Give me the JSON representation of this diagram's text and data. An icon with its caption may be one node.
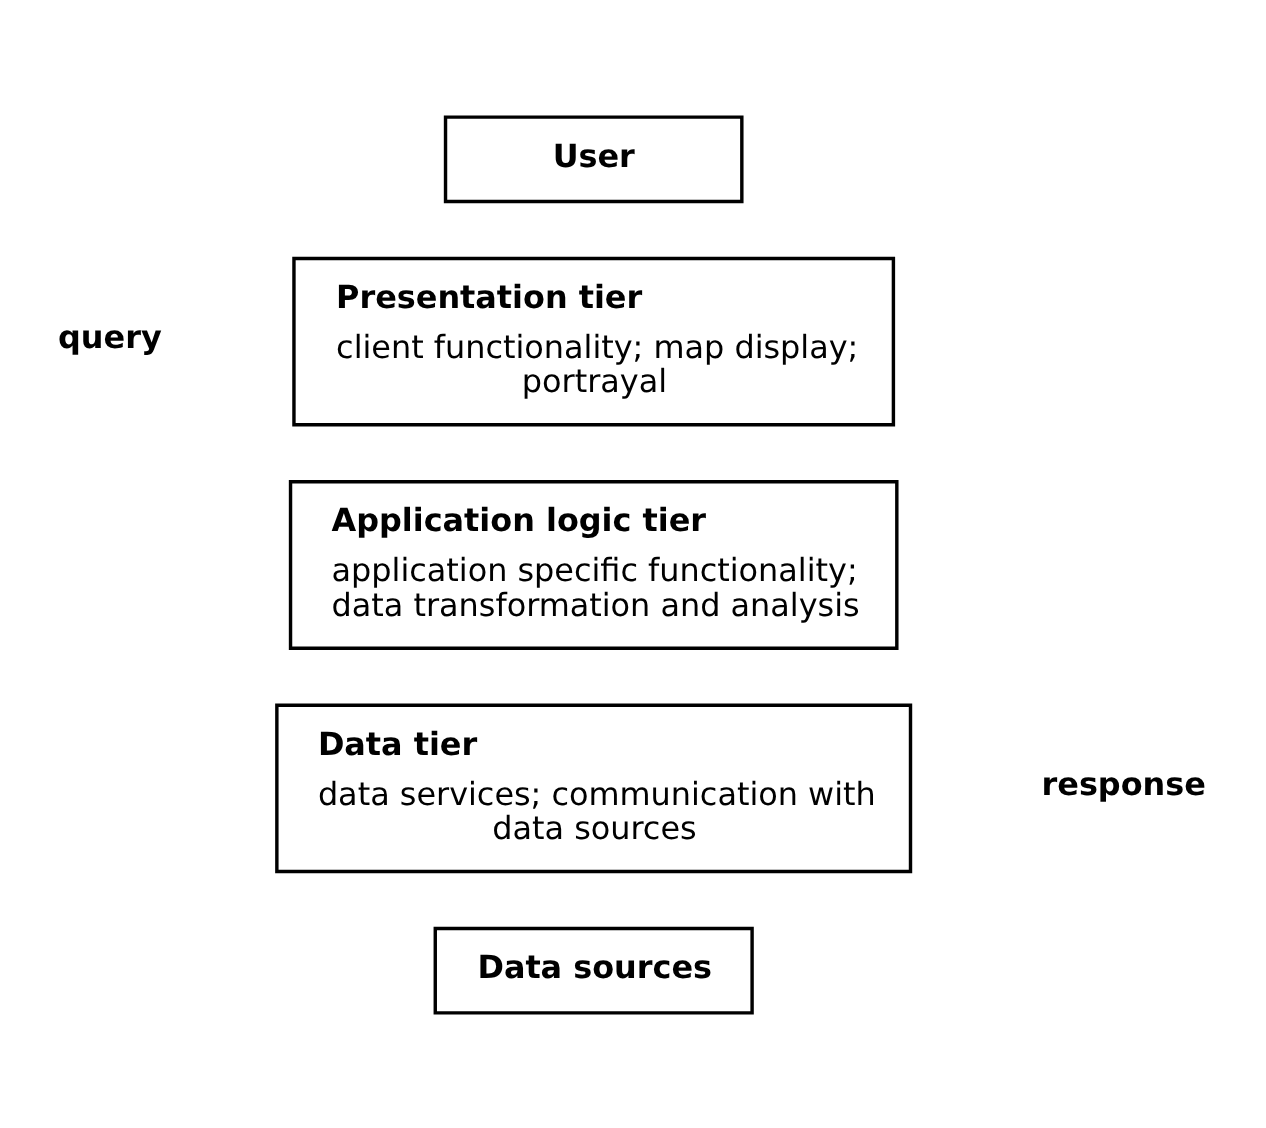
{
  "diagram": {
    "nodes": [
      {
        "text": [
          "User"
        ]
      },
      {
        "text": [
          "Presentation tier",
          "client functionality; map display; portrayal"
        ]
      },
      {
        "text": [
          "Application logic tier",
          "application specific functionality; data transformation and analysis"
        ]
      },
      {
        "text": [
          "Data tier",
          "data services; communication with data sources"
        ]
      },
      {
        "text": [
          "Data sources"
        ]
      }
    ],
    "edges": [],
    "labels": [
      "query",
      "response"
    ]
  }
}
